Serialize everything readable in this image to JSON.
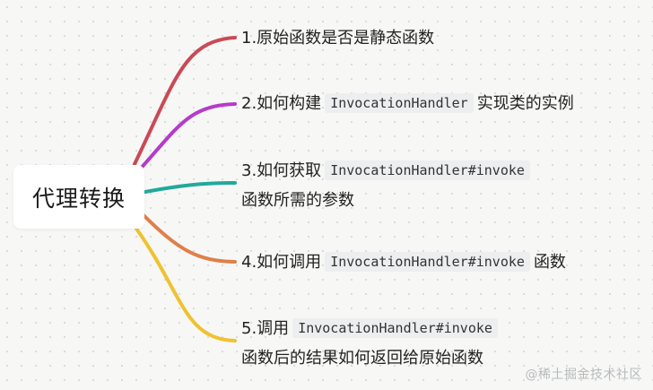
{
  "center_topic": "代理转换",
  "branches": [
    {
      "color": "#c94a55",
      "line1_before": "1.原始函数是否是静态函数",
      "code": "",
      "line1_after": "",
      "line2": ""
    },
    {
      "color": "#b53bc9",
      "line1_before": "2.如何构建",
      "code": "InvocationHandler",
      "line1_after": "实现类的实例",
      "line2": ""
    },
    {
      "color": "#22a99a",
      "line1_before": "3.如何获取",
      "code": "InvocationHandler#invoke",
      "line1_after": "",
      "line2": "函数所需的参数"
    },
    {
      "color": "#e07f47",
      "line1_before": "4.如何调用",
      "code": "InvocationHandler#invoke",
      "line1_after": "函数",
      "line2": ""
    },
    {
      "color": "#efc230",
      "line1_before": "5.调用",
      "code": "InvocationHandler#invoke",
      "line1_after": "",
      "line2": "函数后的结果如何返回给原始函数"
    }
  ],
  "watermark": "@稀土掘金技术社区"
}
